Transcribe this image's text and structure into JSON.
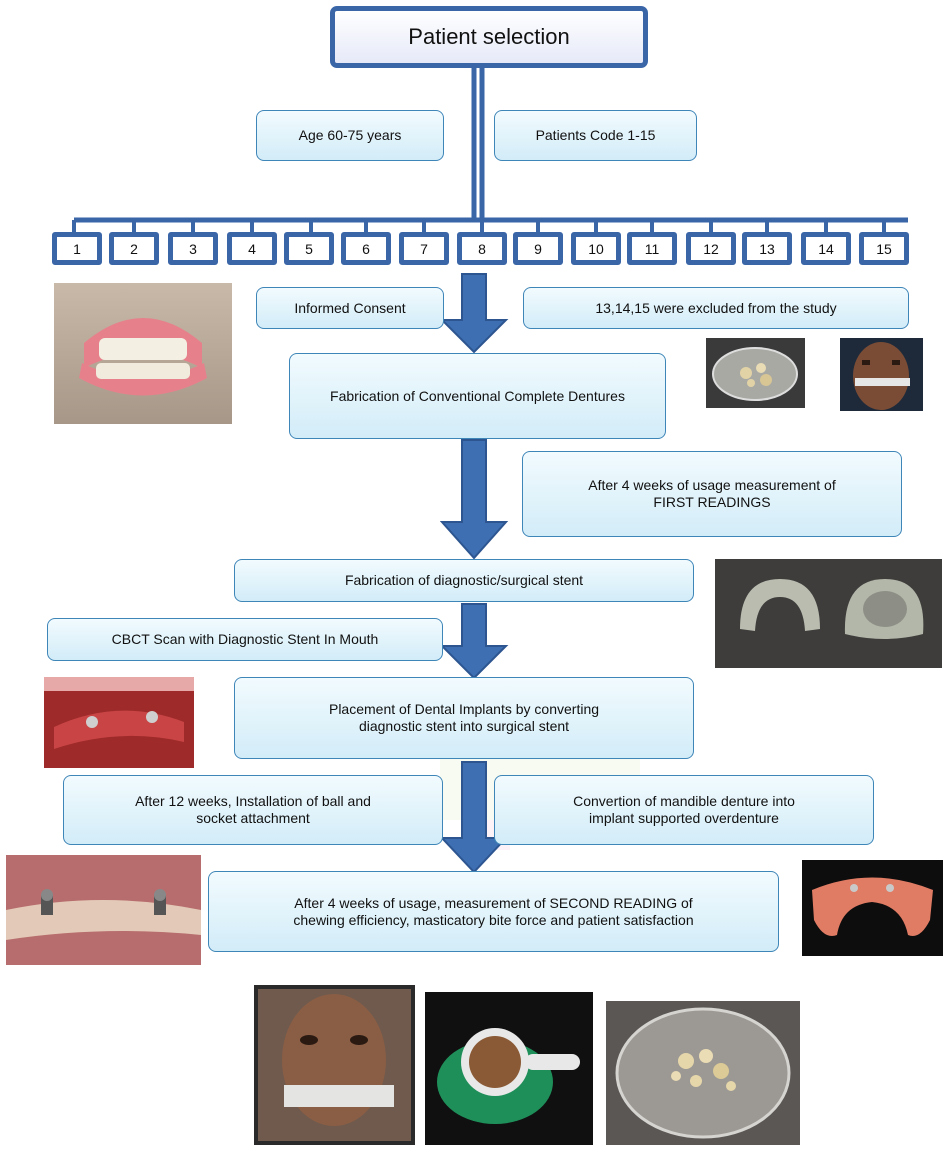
{
  "title": "Patient selection",
  "criteria": {
    "age": "Age 60-75 years",
    "codes": "Patients Code 1-15"
  },
  "patients": [
    "1",
    "2",
    "3",
    "4",
    "5",
    "6",
    "7",
    "8",
    "9",
    "10",
    "11",
    "12",
    "13",
    "14",
    "15"
  ],
  "steps": {
    "consent": "Informed Consent",
    "excluded": "13,14,15 were excluded from the study",
    "fabrication": "Fabrication of Conventional Complete Dentures",
    "first_readings": "After 4 weeks of usage measurement of\nFIRST READINGS",
    "stent": "Fabrication of diagnostic/surgical stent",
    "cbct": "CBCT Scan with Diagnostic Stent In Mouth",
    "implants": "Placement of Dental Implants by converting\ndiagnostic stent into surgical stent",
    "attachment": "After 12 weeks, Installation of ball and\nsocket attachment",
    "convertion": "Convertion of mandible denture into\nimplant supported overdenture",
    "second_reading": "After 4 weeks of usage, measurement of SECOND READING of\nchewing efficiency, masticatory bite force and patient satisfaction"
  },
  "colors": {
    "box_border": "#3f86b8",
    "connector": "#3a66a8",
    "arrow": "#3d6fb2"
  }
}
